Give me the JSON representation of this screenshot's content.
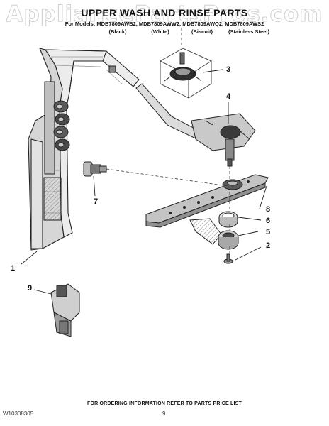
{
  "watermark": "AppliancePartsPros.com",
  "title": "UPPER WASH AND RINSE PARTS",
  "models_line": "For Models: MDB7809AWB2, MDB7809AWW2, MDB7809AWQ2, MDB7809AWS2",
  "variants": [
    "(Black)",
    "(White)",
    "(Biscuit)",
    "(Stainless Steel)"
  ],
  "callouts": [
    "1",
    "2",
    "3",
    "4",
    "5",
    "6",
    "7",
    "8",
    "9"
  ],
  "footer": {
    "order_info": "FOR ORDERING INFORMATION REFER TO PARTS PRICE LIST",
    "doc_number": "W10308305",
    "page_number": "9"
  }
}
